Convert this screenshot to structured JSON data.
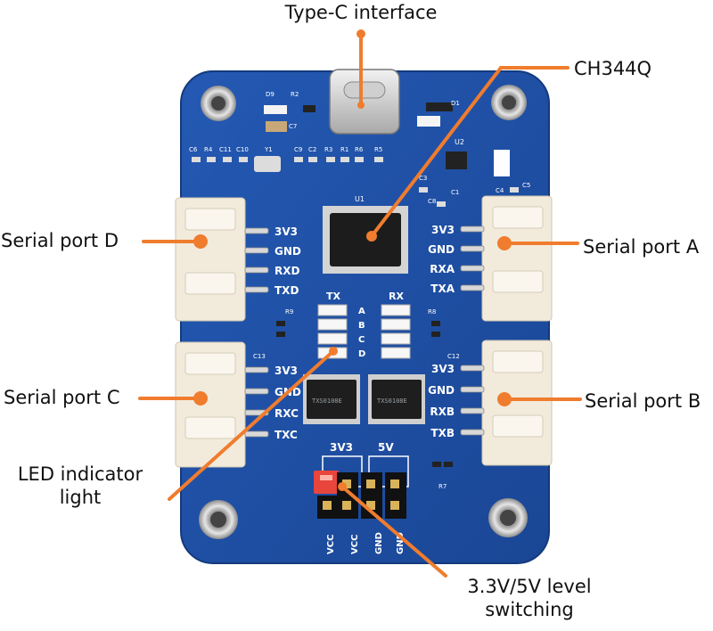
{
  "callouts": {
    "typec": "Type-C interface",
    "ch344q": "CH344Q",
    "serial_d": "Serial port D",
    "serial_a": "Serial port A",
    "serial_c": "Serial port C",
    "serial_b": "Serial port B",
    "led_line1": "LED indicator",
    "led_line2": "light",
    "level_line1": "3.3V/5V level",
    "level_line2": "switching"
  },
  "pins": {
    "left_top": [
      "3V3",
      "GND",
      "RXD",
      "TXD"
    ],
    "right_top": [
      "3V3",
      "GND",
      "RXA",
      "TXA"
    ],
    "left_bottom": [
      "3V3",
      "GND",
      "RXC",
      "TXC"
    ],
    "right_bottom": [
      "3V3",
      "GND",
      "RXB",
      "TXB"
    ]
  },
  "board": {
    "tx_label": "TX",
    "rx_label": "RX",
    "channels": [
      "A",
      "B",
      "C",
      "D"
    ],
    "v33_label": "3V3",
    "v5_label": "5V",
    "jumper_pins": [
      "VCC",
      "VCC",
      "GND",
      "GND"
    ],
    "u1": "U1",
    "u2": "U2",
    "silk": [
      "C6",
      "R4",
      "C11",
      "C10",
      "Y1",
      "C9",
      "C2",
      "R3",
      "R1",
      "R6",
      "R5",
      "D9",
      "R2",
      "C7",
      "D1",
      "C3",
      "C8",
      "C1",
      "C4",
      "C5",
      "R9",
      "R8",
      "C13",
      "C12",
      "R7"
    ],
    "chip_text": [
      "TXS0108E",
      "TXS0108E"
    ]
  },
  "colors": {
    "pcb": "#1f4fa6",
    "pcb_dark": "#17408a",
    "callout_line": "#f07c2e",
    "connector": "#f2ebdc",
    "jumper": "#e8453c"
  }
}
